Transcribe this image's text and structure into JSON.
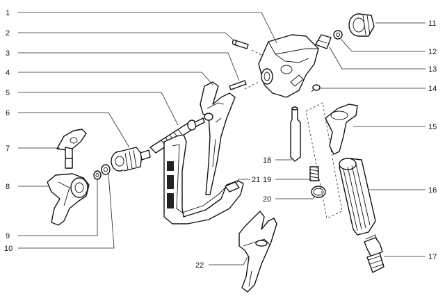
{
  "diagram": {
    "type": "exploded-parts-view",
    "callouts": [
      {
        "id": "1",
        "label": "1"
      },
      {
        "id": "2",
        "label": "2"
      },
      {
        "id": "3",
        "label": "3"
      },
      {
        "id": "4",
        "label": "4"
      },
      {
        "id": "5",
        "label": "5"
      },
      {
        "id": "6",
        "label": "6"
      },
      {
        "id": "7",
        "label": "7"
      },
      {
        "id": "8",
        "label": "8"
      },
      {
        "id": "9",
        "label": "9"
      },
      {
        "id": "10",
        "label": "10"
      },
      {
        "id": "11",
        "label": "11"
      },
      {
        "id": "12",
        "label": "12"
      },
      {
        "id": "13",
        "label": "13"
      },
      {
        "id": "14",
        "label": "14"
      },
      {
        "id": "15",
        "label": "15"
      },
      {
        "id": "16",
        "label": "16"
      },
      {
        "id": "17",
        "label": "17"
      },
      {
        "id": "18",
        "label": "18"
      },
      {
        "id": "19",
        "label": "19"
      },
      {
        "id": "20",
        "label": "20"
      },
      {
        "id": "21",
        "label": "21"
      },
      {
        "id": "22",
        "label": "22"
      }
    ]
  }
}
